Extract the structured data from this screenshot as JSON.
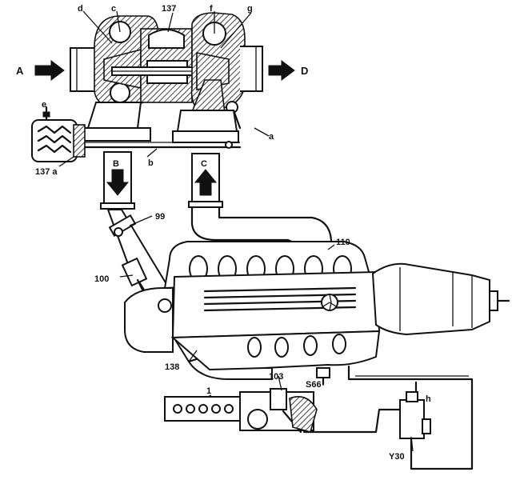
{
  "diagram": {
    "labels": {
      "A": "A",
      "B": "B",
      "C": "C",
      "D": "D",
      "a": "a",
      "b": "b",
      "c": "c",
      "d": "d",
      "e": "e",
      "f": "f",
      "g": "g",
      "h": "h",
      "n137": "137",
      "n137a": "137 a",
      "n99": "99",
      "n100": "100",
      "n110": "110",
      "n138": "138",
      "n103": "103",
      "n1": "1",
      "S66": "S66",
      "Y30": "Y30"
    }
  }
}
